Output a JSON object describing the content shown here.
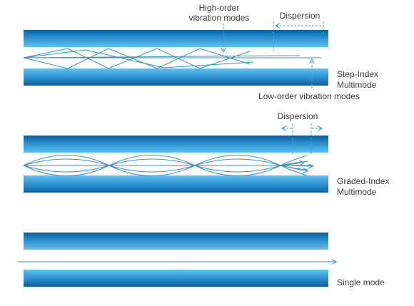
{
  "fibers": {
    "step_index": {
      "label_line1": "Step-Index",
      "label_line2": "Multimode",
      "callout_high_line1": "High-order",
      "callout_high_line2": "vibration modes",
      "callout_low": "Low-order vibration modes",
      "callout_dispersion": "Dispersion"
    },
    "graded_index": {
      "label_line1": "Graded-Index",
      "label_line2": "Multimode",
      "callout_dispersion": "Dispersion"
    },
    "single_mode": {
      "label": "Single mode"
    }
  },
  "colors": {
    "cladding_dark": "#0c5e96",
    "cladding_light": "#3aa8e4",
    "core": "#ffffff",
    "ray": "#3f8fb5",
    "arrow": "#4a9cc8"
  }
}
